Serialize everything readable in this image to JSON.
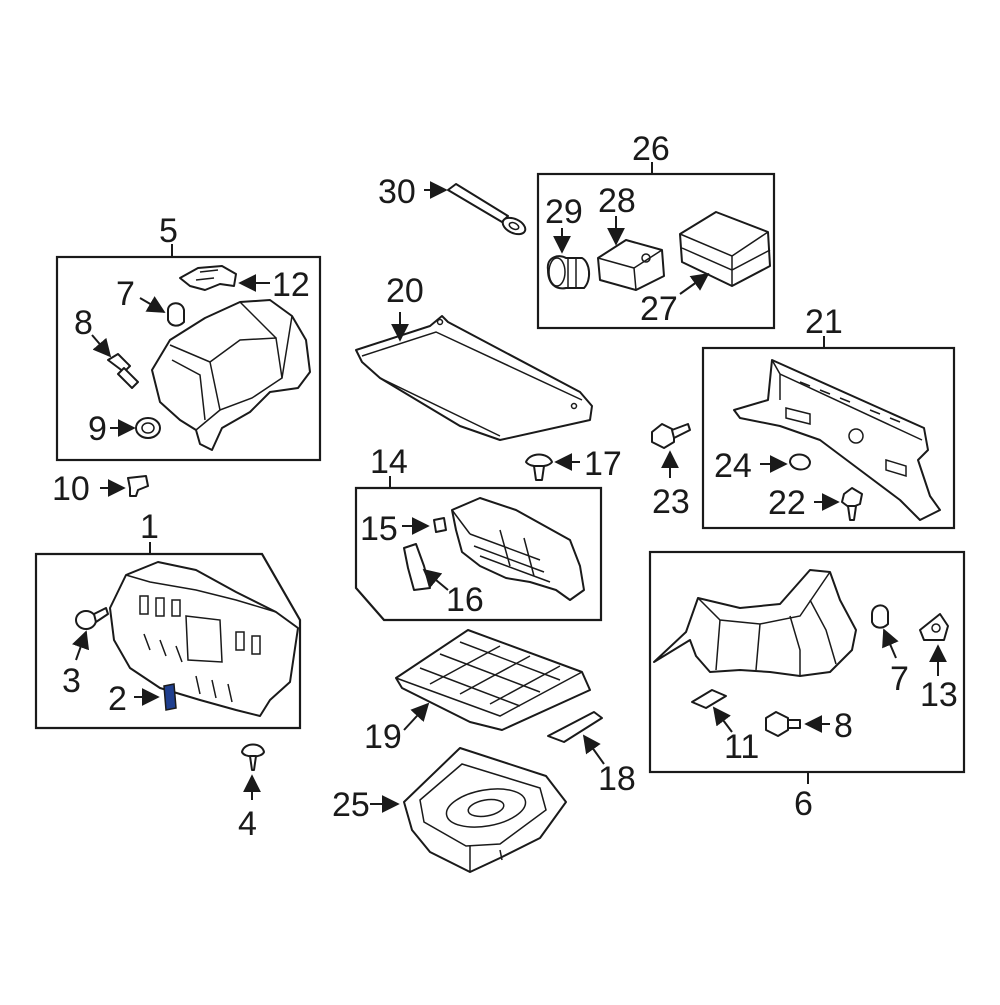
{
  "diagram": {
    "callouts": {
      "c1": "1",
      "c2": "2",
      "c3": "3",
      "c4": "4",
      "c5": "5",
      "c6": "6",
      "c7a": "7",
      "c7b": "7",
      "c8a": "8",
      "c8b": "8",
      "c9": "9",
      "c10": "10",
      "c11": "11",
      "c12": "12",
      "c13": "13",
      "c14": "14",
      "c15": "15",
      "c16": "16",
      "c17": "17",
      "c18": "18",
      "c19": "19",
      "c20": "20",
      "c21": "21",
      "c22": "22",
      "c23": "23",
      "c24": "24",
      "c25": "25",
      "c26": "26",
      "c27": "27",
      "c28": "28",
      "c29": "29",
      "c30": "30"
    },
    "colors": {
      "line": "#1a1a1a",
      "background": "#ffffff",
      "highlight": "#1f3f8f"
    }
  }
}
